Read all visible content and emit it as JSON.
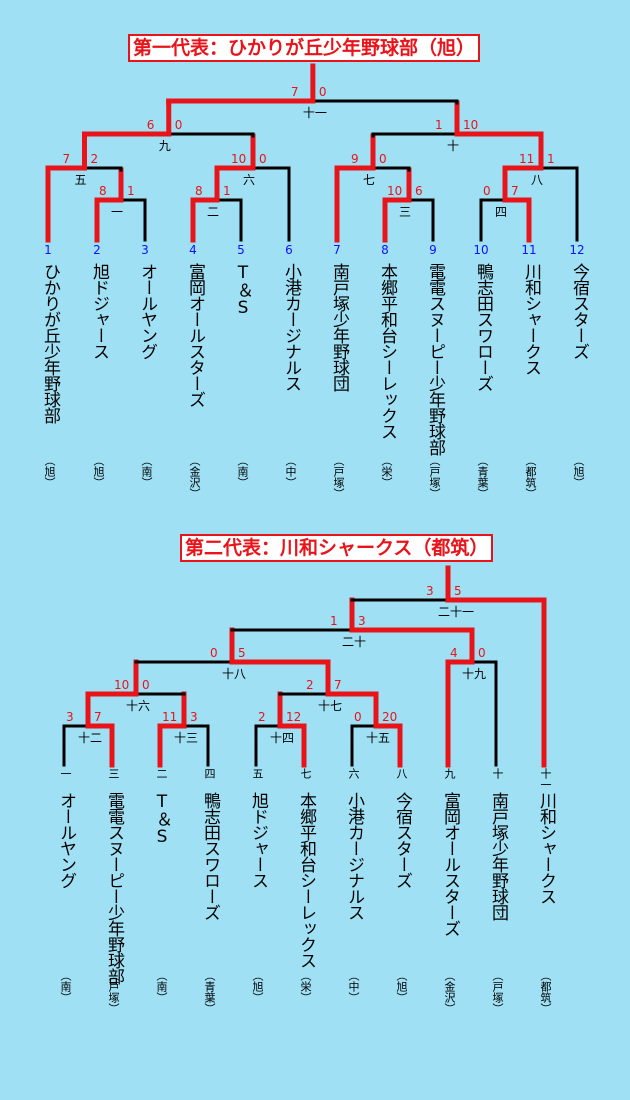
{
  "colors": {
    "background": "#9fe0f4",
    "win": "#e8141a",
    "line": "#000000",
    "score": "#e8141a",
    "number": "#1010ff"
  },
  "bracket1": {
    "title": "第一代表：ひかりが丘少年野球部（旭）",
    "teams": [
      {
        "num": "1",
        "name": "ひかりが丘少年野球部",
        "region": "（旭）"
      },
      {
        "num": "2",
        "name": "旭ドジャース",
        "region": "（旭）"
      },
      {
        "num": "3",
        "name": "オールヤング",
        "region": "（南）"
      },
      {
        "num": "4",
        "name": "富岡オールスターズ",
        "region": "（金沢）"
      },
      {
        "num": "5",
        "name": "T＆S",
        "region": "（南）"
      },
      {
        "num": "6",
        "name": "小港カージナルス",
        "region": "（中）"
      },
      {
        "num": "7",
        "name": "南戸塚少年野球団",
        "region": "（戸塚）"
      },
      {
        "num": "8",
        "name": "本郷平和台シーレックス",
        "region": "（栄）"
      },
      {
        "num": "9",
        "name": "電電スヌーピー少年野球部",
        "region": "（戸塚）"
      },
      {
        "num": "10",
        "name": "鴨志田スワローズ",
        "region": "（青葉）"
      },
      {
        "num": "11",
        "name": "川和シャークス",
        "region": "（都筑）"
      },
      {
        "num": "12",
        "name": "今宿スターズ",
        "region": "（旭）"
      }
    ],
    "games": [
      {
        "label": "一",
        "s1": "8",
        "s2": "1"
      },
      {
        "label": "二",
        "s1": "8",
        "s2": "1"
      },
      {
        "label": "三",
        "s1": "10",
        "s2": "6"
      },
      {
        "label": "四",
        "s1": "0",
        "s2": "7"
      },
      {
        "label": "五",
        "s1": "7",
        "s2": "2"
      },
      {
        "label": "六",
        "s1": "10",
        "s2": "0"
      },
      {
        "label": "七",
        "s1": "9",
        "s2": "0"
      },
      {
        "label": "八",
        "s1": "11",
        "s2": "1"
      },
      {
        "label": "九",
        "s1": "6",
        "s2": "0"
      },
      {
        "label": "十",
        "s1": "1",
        "s2": "10"
      },
      {
        "label": "十一",
        "s1": "7",
        "s2": "0"
      }
    ]
  },
  "bracket2": {
    "title": "第二代表：川和シャークス（都筑）",
    "teams": [
      {
        "num": "一",
        "name": "オールヤング",
        "region": "（南）"
      },
      {
        "num": "三",
        "name": "電電スヌーピー少年野球部",
        "region": "（戸塚）"
      },
      {
        "num": "二",
        "name": "T＆S",
        "region": "（南）"
      },
      {
        "num": "四",
        "name": "鴨志田スワローズ",
        "region": "（青葉）"
      },
      {
        "num": "五",
        "name": "旭ドジャース",
        "region": "（旭）"
      },
      {
        "num": "七",
        "name": "本郷平和台シーレックス",
        "region": "（栄）"
      },
      {
        "num": "六",
        "name": "小港カージナルス",
        "region": "（中）"
      },
      {
        "num": "八",
        "name": "今宿スターズ",
        "region": "（旭）"
      },
      {
        "num": "九",
        "name": "富岡オールスターズ",
        "region": "（金沢）"
      },
      {
        "num": "十",
        "name": "南戸塚少年野球団",
        "region": "（戸塚）"
      },
      {
        "num": "十一",
        "name": "川和シャークス",
        "region": "（都筑）"
      }
    ],
    "games": [
      {
        "label": "十二",
        "s1": "3",
        "s2": "7"
      },
      {
        "label": "十三",
        "s1": "11",
        "s2": "3"
      },
      {
        "label": "十四",
        "s1": "2",
        "s2": "12"
      },
      {
        "label": "十五",
        "s1": "0",
        "s2": "20"
      },
      {
        "label": "十六",
        "s1": "10",
        "s2": "0"
      },
      {
        "label": "十七",
        "s1": "2",
        "s2": "7"
      },
      {
        "label": "十八",
        "s1": "0",
        "s2": "5"
      },
      {
        "label": "十九",
        "s1": "4",
        "s2": "0"
      },
      {
        "label": "二十",
        "s1": "1",
        "s2": "3"
      },
      {
        "label": "二十一",
        "s1": "3",
        "s2": "5"
      }
    ]
  }
}
